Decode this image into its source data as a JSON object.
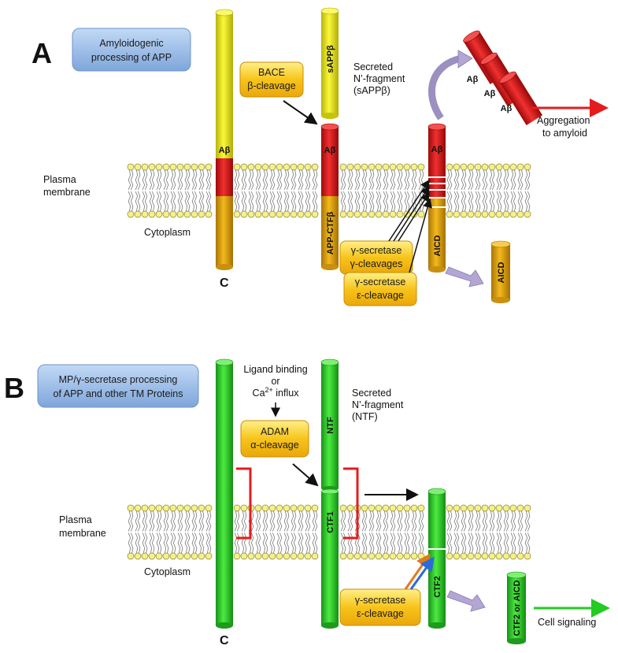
{
  "panel_a": {
    "letter": "A",
    "title_line1": "Amyloidogenic",
    "title_line2": "processing of APP",
    "plasma_line1": "Plasma",
    "plasma_line2": "membrane",
    "cytoplasm": "Cytoplasm",
    "c_terminus": "C",
    "bace_line1": "BACE",
    "bace_line2": "β-cleavage",
    "sappb_label": "sAPPβ",
    "secreted_line1": "Secreted",
    "secreted_line2": "N’-fragment",
    "secreted_line3": "(sAPPβ)",
    "abeta": "Aβ",
    "app_ctfb": "APP-CTFβ",
    "aicd": "AICD",
    "gamma_line1": "γ-secretase",
    "gamma_line2": "γ-cleavages",
    "epsilon_line1": "γ-secretase",
    "epsilon_line2": "ε-cleavage",
    "aggregation_line1": "Aggregation",
    "aggregation_line2": "to amyloid"
  },
  "panel_b": {
    "letter": "B",
    "title_line1": "MP/γ-secretase processing",
    "title_line2": "of APP and other TM Proteins",
    "ligand_line1": "Ligand binding",
    "ligand_line2": "or",
    "ligand_line3_pre": "Ca",
    "ligand_line3_sup": "2+",
    "ligand_line3_post": " influx",
    "secreted_line1": "Secreted",
    "secreted_line2": "N’-fragment",
    "secreted_line3": "(NTF)",
    "adam_line1": "ADAM",
    "adam_line2": "α-cleavage",
    "ntf": "NTF",
    "ctf1": "CTF1",
    "ctf2": "CTF2",
    "ctf2_or_aicd": "CTF2 or AICD",
    "plasma_line1": "Plasma",
    "plasma_line2": "membrane",
    "cytoplasm": "Cytoplasm",
    "c_terminus": "C",
    "gamma_line1": "γ-secretase",
    "gamma_line2": "ε-cleavage",
    "cell_signaling": "Cell signaling"
  },
  "colors": {
    "yellow": "#f2ee1e",
    "red": "#e41c1c",
    "orange": "#e8a813",
    "green": "#35d12d",
    "title_box": "#9cc0ec",
    "enzyme_box": "#f5b80d",
    "lipid_head": "#f5f08a",
    "arrow_lavender": "#b3a6d2"
  }
}
